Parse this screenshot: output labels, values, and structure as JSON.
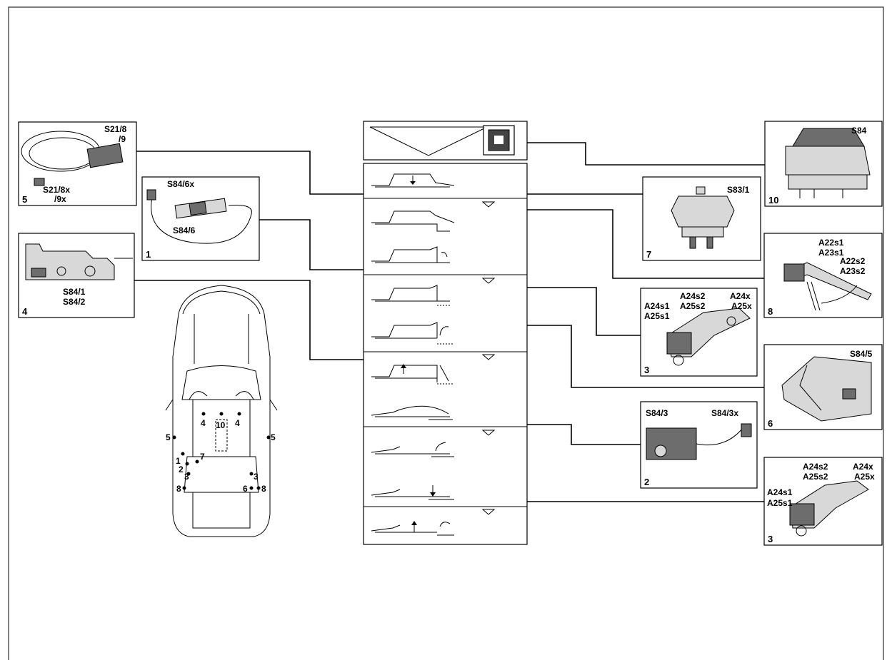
{
  "components": {
    "c5": {
      "number": "5",
      "l1": "S21/8",
      "l2": "/9",
      "l3": "S21/8x",
      "l4": "/9x"
    },
    "c1": {
      "number": "1",
      "l1": "S84/6x",
      "l2": "S84/6"
    },
    "c4": {
      "number": "4",
      "l1": "S84/1",
      "l2": "S84/2"
    },
    "c10": {
      "number": "10",
      "l1": "S84"
    },
    "c7": {
      "number": "7",
      "l1": "S83/1"
    },
    "c8": {
      "number": "8",
      "l1": "A22s1",
      "l2": "A23s1",
      "l3": "A22s2",
      "l4": "A23s2"
    },
    "c3a": {
      "number": "3",
      "l1": "A24s1",
      "l2": "A25s1",
      "l3": "A24s2",
      "l4": "A25s2",
      "l5": "A24x",
      "l6": "A25x"
    },
    "c6": {
      "number": "6",
      "l1": "S84/5"
    },
    "c2": {
      "number": "2",
      "l1": "S84/3",
      "l2": "S84/3x"
    },
    "c3b": {
      "number": "3",
      "l1": "A24s1",
      "l2": "A25s1",
      "l3": "A24s2",
      "l4": "A25s2",
      "l5": "A24x",
      "l6": "A25x"
    }
  },
  "car_locations": {
    "left_4": "4",
    "center_10": "10",
    "right_4": "4",
    "left_5": "5",
    "right_5": "5",
    "left_1": "1",
    "left_2": "2",
    "left_7": "7",
    "left_3": "3",
    "right_3": "3",
    "left_8": "8",
    "right_6": "6",
    "right_8": "8"
  }
}
